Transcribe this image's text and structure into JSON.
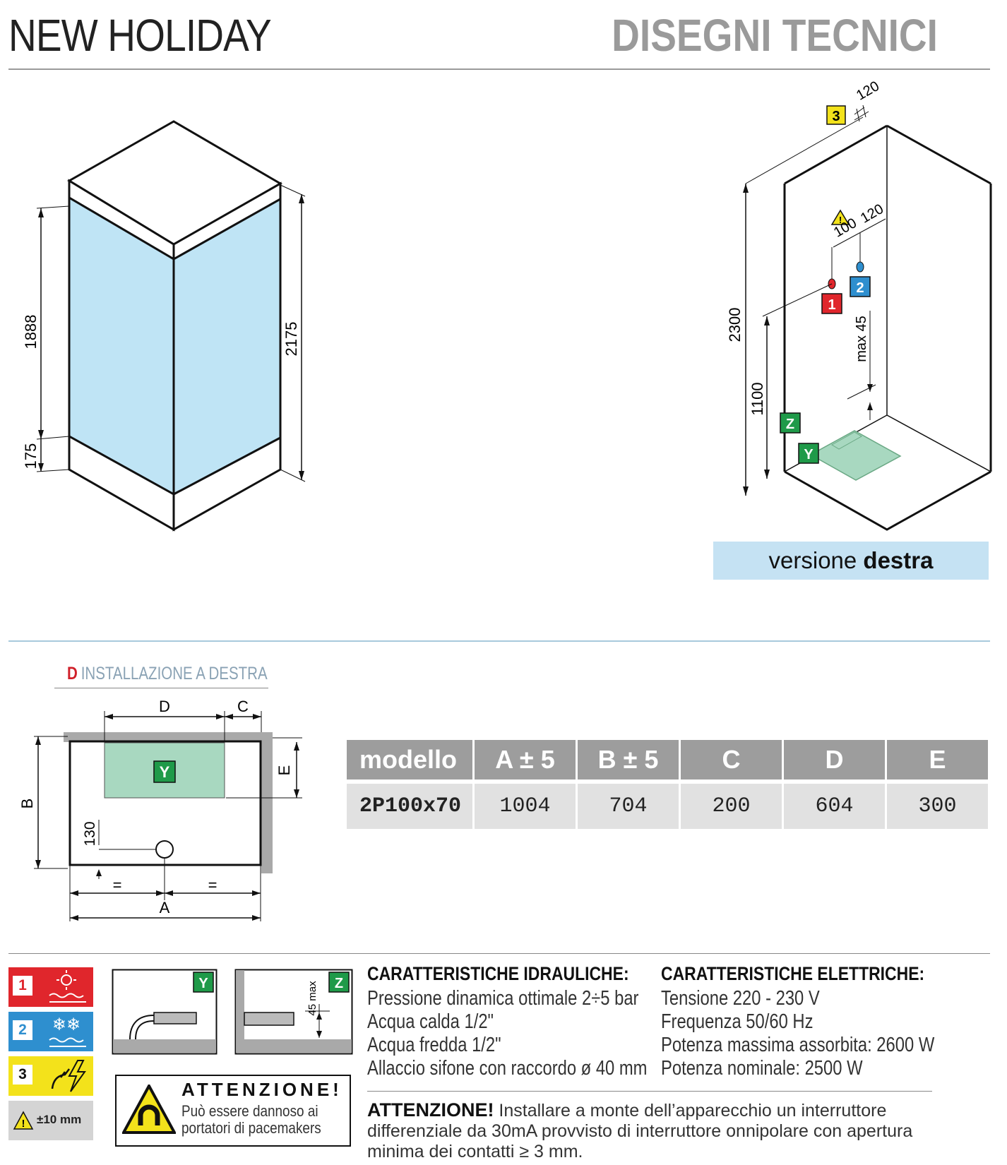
{
  "header": {
    "title_left": "NEW HOLIDAY",
    "title_right": "DISEGNI TECNICI"
  },
  "drawing_left": {
    "dim_1888": "1888",
    "dim_175": "175",
    "dim_2175": "2175"
  },
  "drawing_right": {
    "dim_120_top": "120",
    "dim_100": "100",
    "dim_120": "120",
    "dim_2300": "2300",
    "dim_1100": "1100",
    "dim_max45": "max 45",
    "label_1": "1",
    "label_2": "2",
    "label_3": "3",
    "label_z": "Z",
    "label_y": "Y",
    "version_label": "versione",
    "version_bold": "destra"
  },
  "installation": {
    "letter": "D",
    "title": "INSTALLAZIONE A DESTRA",
    "dim_d": "D",
    "dim_c": "C",
    "dim_e": "E",
    "dim_b": "B",
    "dim_a": "A",
    "dim_130": "130",
    "eq1": "=",
    "eq2": "=",
    "label_y": "Y"
  },
  "table": {
    "headers": [
      "modello",
      "A ± 5",
      "B ± 5",
      "C",
      "D",
      "E"
    ],
    "row": [
      "2P100x70",
      "1004",
      "704",
      "200",
      "604",
      "300"
    ]
  },
  "legend": {
    "item1": "1",
    "item2": "2",
    "item3": "3",
    "tolerance": "±10 mm",
    "detail_y": "Y",
    "detail_z": "Z",
    "detail_z_dim": "45 max",
    "attention_title": "ATTENZIONE!",
    "attention_line1": "Può essere dannoso ai",
    "attention_line2": "portatori di pacemakers"
  },
  "hydraulic": {
    "title": "CARATTERISTICHE IDRAULICHE:",
    "lines": [
      "Pressione dinamica ottimale 2÷5 bar",
      "Acqua calda 1/2\"",
      "Acqua fredda 1/2\"",
      "Allaccio sifone con raccordo ø 40 mm"
    ]
  },
  "electric": {
    "title": "CARATTERISTICHE ELETTRICHE:",
    "lines": [
      "Tensione 220 - 230 V",
      "Frequenza 50/60 Hz",
      "Potenza massima assorbita: 2600 W",
      "Potenza nominale: 2500 W"
    ]
  },
  "warning": {
    "bold": "ATTENZIONE!",
    "text": " Installare a monte dell’apparecchio un interruttore differenziale da 30mA provvisto di interruttore onnipolare con apertura minima dei contatti ≥ 3 mm."
  },
  "colors": {
    "glass": "#bfe4f5",
    "green_zone": "#a8d8c0",
    "red": "#e0262c",
    "blue": "#2e8fcf",
    "yellow": "#f3e21b",
    "header_gray": "#9d9d9d"
  }
}
